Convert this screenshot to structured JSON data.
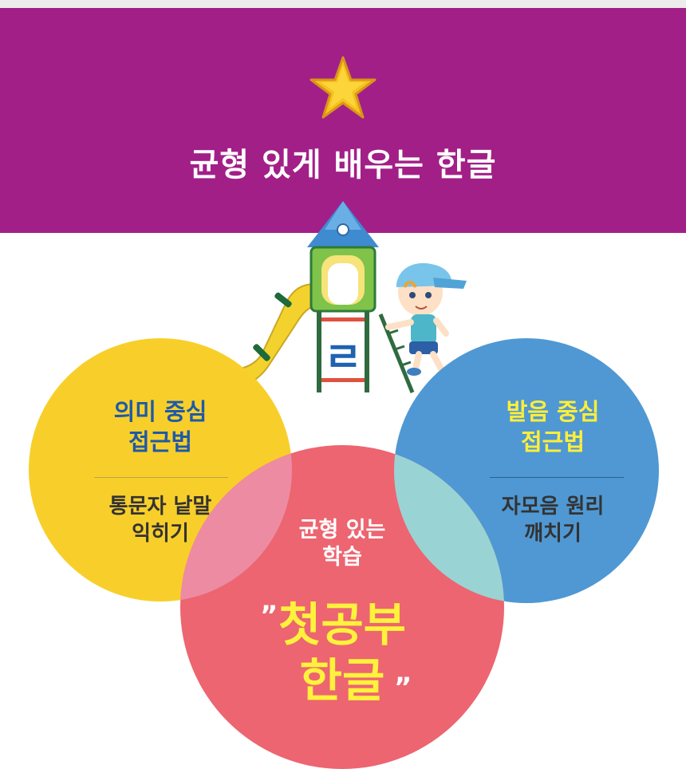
{
  "banner": {
    "title": "균형 있게 배우는 한글",
    "star_color": "#f6c21c",
    "background": "#a21f88"
  },
  "playground": {
    "letter": "ㄹ"
  },
  "circles": {
    "meaning": {
      "title_line1": "의미 중심",
      "title_line2": "접근법",
      "body_line1": "통문자 낱말",
      "body_line2": "익히기",
      "color": "#f8cf2a"
    },
    "phonics": {
      "title_line1": "발음 중심",
      "title_line2": "접근법",
      "body_line1": "자모음 원리",
      "body_line2": "깨치기",
      "color": "#4f98d3"
    },
    "balanced": {
      "sub_line1": "균형 있는",
      "sub_line2": "학습",
      "main_line1": "첫공부",
      "main_line2": "한글",
      "open_quote": "”",
      "close_quote": "”",
      "color": "#ec6570"
    }
  }
}
